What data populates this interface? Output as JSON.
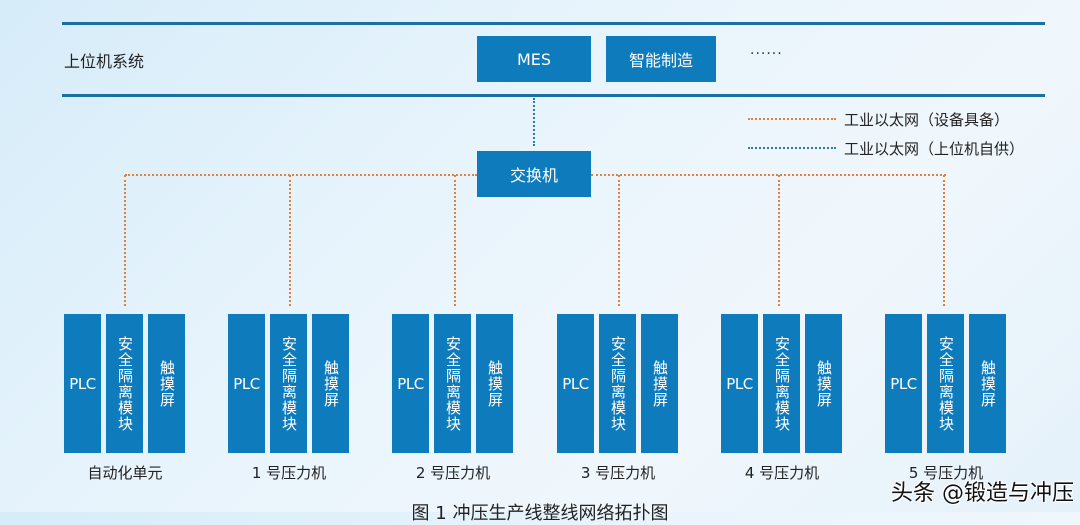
{
  "diagram": {
    "top_tier": {
      "label": "上位机系统",
      "systems": [
        "MES",
        "智能制造"
      ],
      "more": "······"
    },
    "switch_label": "交换机",
    "legend": [
      {
        "label": "工业以太网（设备具备）",
        "style": "orange-dotted",
        "color": "#e0813a"
      },
      {
        "label": "工业以太网（上位机自供）",
        "style": "blue-dotted",
        "color": "#2e7aa6"
      }
    ],
    "unit_modules": {
      "plc": "PLC",
      "isolation": "安全隔离模块",
      "touchscreen": "触摸屏"
    },
    "units": [
      {
        "label": "自动化单元"
      },
      {
        "label": "1 号压力机"
      },
      {
        "label": "2 号压力机"
      },
      {
        "label": "3 号压力机"
      },
      {
        "label": "4 号压力机"
      },
      {
        "label": "5 号压力机"
      }
    ],
    "caption": "图 1 冲压生产线整线网络拓扑图",
    "watermark": "头条 @锻造与冲压",
    "colors": {
      "box": "#0e7bbd",
      "line": "#1a6fa3",
      "orange_link": "#e0813a",
      "blue_link": "#2e7aa6"
    }
  }
}
